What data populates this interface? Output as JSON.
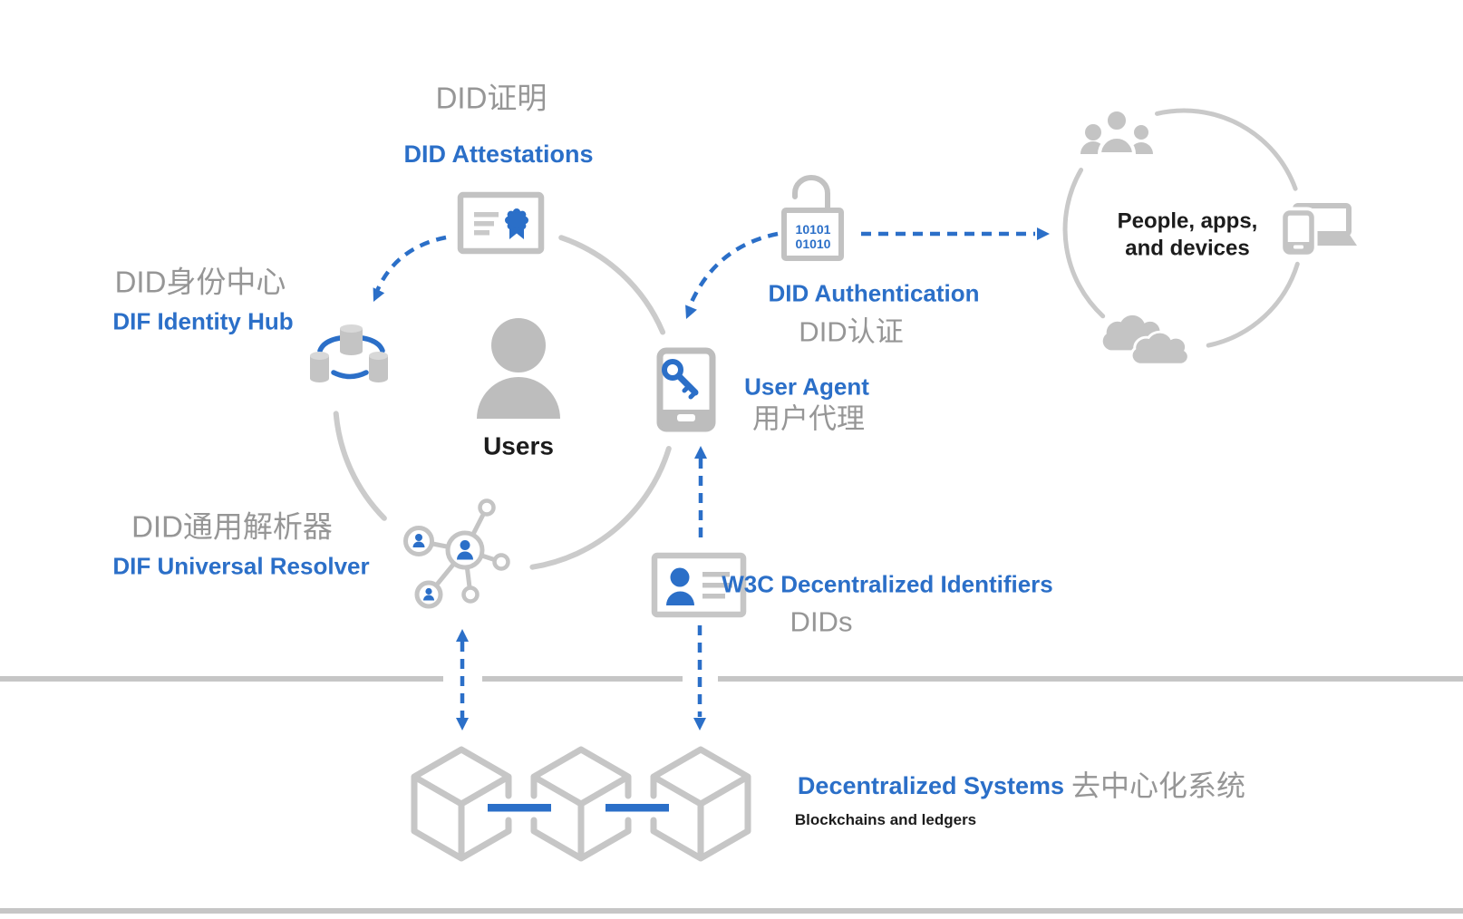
{
  "palette": {
    "accent_blue": "#2b6fc8",
    "icon_gray": "#c4c4c4",
    "arc_gray": "#cbcbcb",
    "text_gray": "#969696",
    "text_black": "#1c1c1c",
    "divider_gray": "#c6c6c6"
  },
  "nodes": {
    "attestations": {
      "zh": "DID证明",
      "en": "DID Attestations",
      "icon": "certificate-icon"
    },
    "identity_hub": {
      "zh": "DID身份中心",
      "en": "DIF Identity Hub",
      "icon": "database-cluster-icon"
    },
    "users": {
      "label": "Users",
      "icon": "user-silhouette-icon"
    },
    "authentication": {
      "en": "DID Authentication",
      "zh": "DID认证",
      "icon": "open-padlock-icon",
      "code_line1": "10101",
      "code_line2": "01010"
    },
    "user_agent": {
      "en": "User Agent",
      "zh": "用户代理",
      "icon": "phone-key-icon"
    },
    "people_apps_devices": {
      "line1": "People, apps,",
      "line2": "and devices",
      "icons": [
        "people-group-icon",
        "phone-laptop-icon",
        "cloud-icon"
      ]
    },
    "universal_resolver": {
      "zh": "DID通用解析器",
      "en": "DIF Universal Resolver",
      "icon": "network-graph-icon"
    },
    "w3c_dids": {
      "en": "W3C Decentralized Identifiers",
      "zh": "DIDs",
      "icon": "id-card-icon"
    },
    "decentralized_systems": {
      "en": "Decentralized Systems",
      "zh": "去中心化系统",
      "sub": "Blockchains and ledgers",
      "icon": "blockchain-cubes-icon"
    }
  }
}
